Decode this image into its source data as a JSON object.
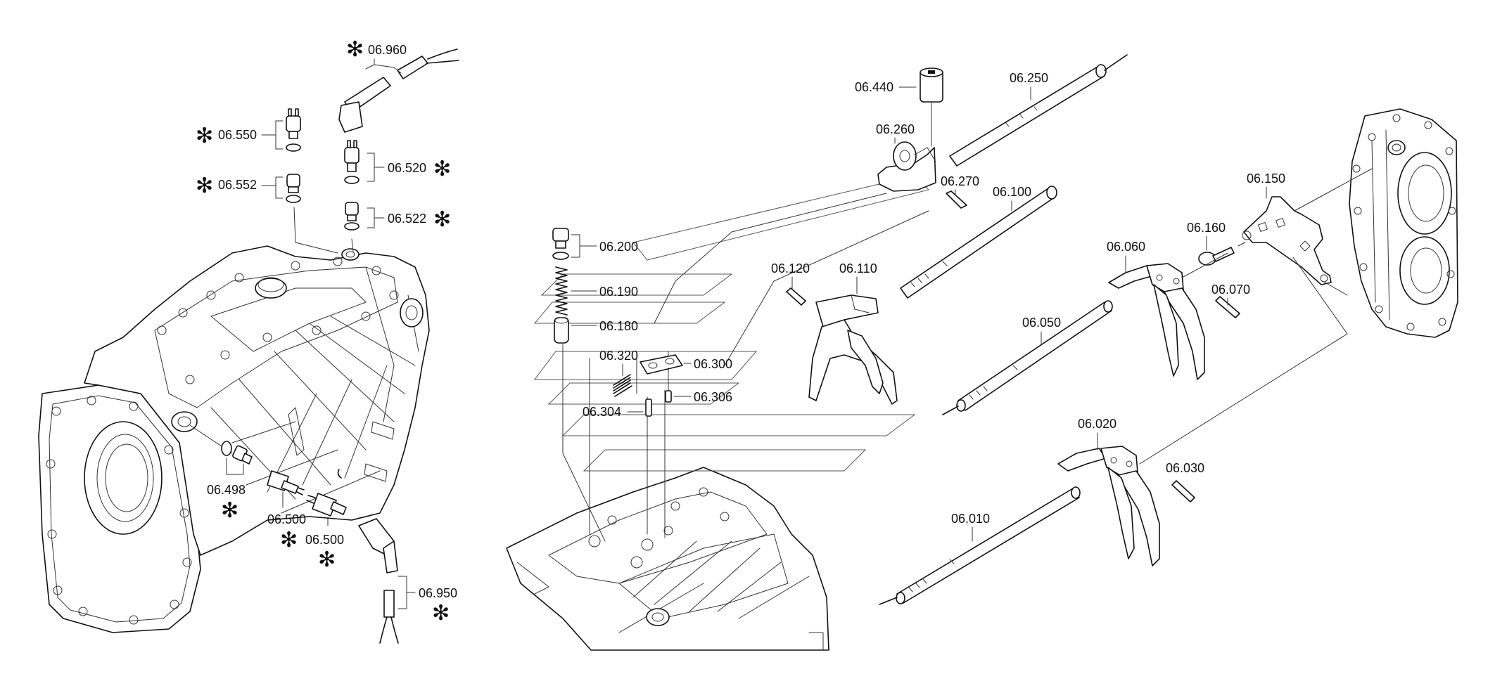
{
  "diagram": {
    "labels": {
      "p06960": "06.960",
      "p06550": "06.550",
      "p06552": "06.552",
      "p06520": "06.520",
      "p06522": "06.522",
      "p06498": "06.498",
      "p06500a": "06.500",
      "p06500b": "06.500",
      "p06950": "06.950",
      "p06200": "06.200",
      "p06190": "06.190",
      "p06180": "06.180",
      "p06320": "06.320",
      "p06300": "06.300",
      "p06306": "06.306",
      "p06304": "06.304",
      "p06440": "06.440",
      "p06250": "06.250",
      "p06260": "06.260",
      "p06270": "06.270",
      "p06100": "06.100",
      "p06120": "06.120",
      "p06110": "06.110",
      "p06150": "06.150",
      "p06160": "06.160",
      "p06060": "06.060",
      "p06070": "06.070",
      "p06050": "06.050",
      "p06020": "06.020",
      "p06030": "06.030",
      "p06010": "06.010"
    },
    "asterisk": "✻"
  }
}
